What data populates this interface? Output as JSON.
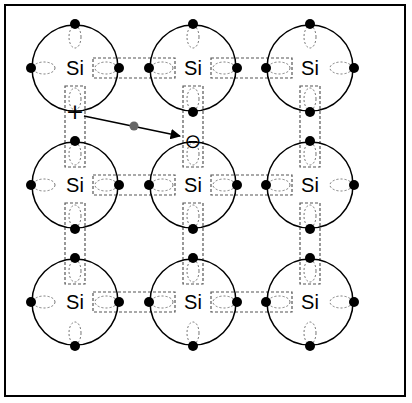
{
  "diagram": {
    "nodes": [
      {
        "text": [
          "Si"
        ]
      },
      {
        "text": [
          "Si"
        ]
      },
      {
        "text": [
          "Si"
        ]
      },
      {
        "text": [
          "Si"
        ]
      },
      {
        "text": [
          "Si"
        ]
      },
      {
        "text": [
          "Si"
        ]
      },
      {
        "text": [
          "Si"
        ]
      },
      {
        "text": [
          "Si"
        ]
      },
      {
        "text": [
          "Si"
        ]
      }
    ],
    "labels": [
      "+",
      "⊖"
    ]
  }
}
